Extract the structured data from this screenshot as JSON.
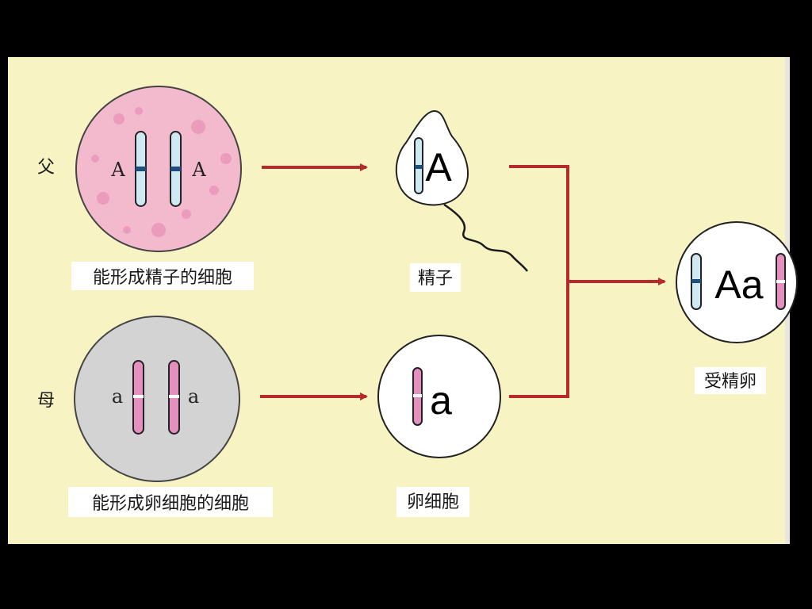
{
  "colors": {
    "panel_bg": "#f7f3c2",
    "father_cell": "#f3b9cc",
    "mother_cell": "#d3d3d3",
    "arrow": "#b52a2a",
    "chrom_blue": "#cfe9f2",
    "chrom_pink": "#e58fbf",
    "centromere_dark": "#1f4e7a"
  },
  "icons": {
    "sperm": "sperm-cell-icon",
    "egg": "egg-cell-icon",
    "zygote": "zygote-cell-icon"
  },
  "labels": {
    "father": "父",
    "mother": "母",
    "father_cell": "能形成精子的细胞",
    "mother_cell": "能形成卵细胞的细胞",
    "sperm": "精子",
    "egg": "卵细胞",
    "zygote": "受精卵"
  },
  "alleles": {
    "father_left": "A",
    "father_right": "A",
    "mother_left": "a",
    "mother_right": "a",
    "sperm": "A",
    "egg": "a",
    "zygote": "Aa"
  }
}
